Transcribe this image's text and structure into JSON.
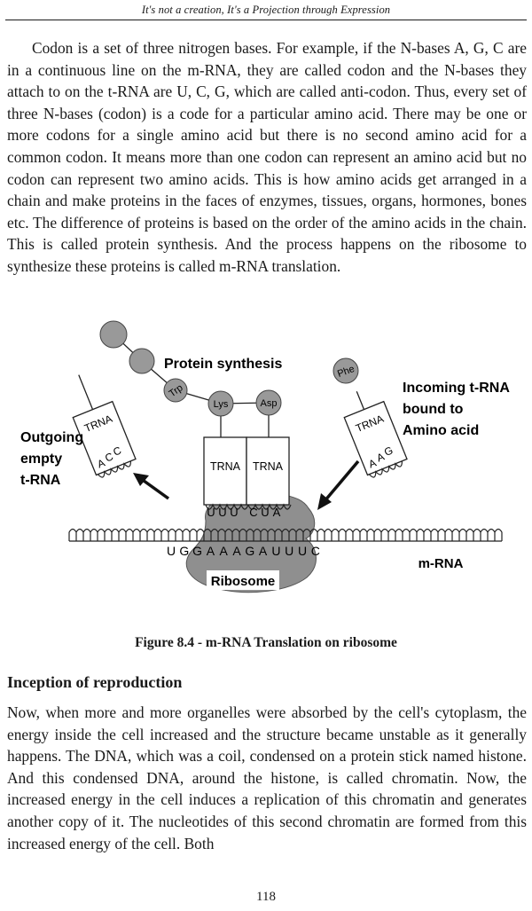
{
  "header": {
    "running_title": "It's not a creation, It's a Projection through Expression"
  },
  "paragraph_1": "Codon is a set of three nitrogen bases. For example, if the N-bases A, G, C are in a continuous line on the m-RNA, they are called codon and the N-bases they attach to on the t-RNA are U, C, G, which are called anti-codon. Thus, every set of three N-bases (codon) is a code for a particular amino acid. There may be one or more codons for a single amino acid but there is no second amino acid for a common codon. It means more than one codon can represent an amino acid but no codon can represent two amino acids. This is how amino acids get arranged in a chain and make proteins in the faces of enzymes, tissues, organs, hormones, bones etc. The difference of proteins is based on the order of the amino acids in the chain. This is called protein synthesis. And the process happens on the ribosome to synthesize these proteins is called m-RNA translation.",
  "figure": {
    "caption": "Figure 8.4 - m-RNA Translation on ribosome",
    "protein_synthesis_label": "Protein synthesis",
    "outgoing_label_line1": "Outgoing",
    "outgoing_label_line2": "empty",
    "outgoing_label_line3": "t-RNA",
    "incoming_label_line1": "Incoming t-RNA",
    "incoming_label_line2": "bound to",
    "incoming_label_line3": "Amino acid",
    "mrna_label": "m-RNA",
    "ribosome_label": "Ribosome",
    "trna_label": "TRNA",
    "amino_trp": "Trp",
    "amino_lys": "Lys",
    "amino_asp": "Asp",
    "amino_phe": "Phe",
    "anticodon_outgoing": [
      "A",
      "C",
      "C"
    ],
    "anticodon_incoming": [
      "A",
      "A",
      "G"
    ],
    "anticodon_left_site": [
      "U",
      "U",
      "U"
    ],
    "anticodon_right_site": [
      "C",
      "U",
      "A"
    ],
    "mrna_sequence": [
      "U",
      "G",
      "G",
      "A",
      "A",
      "A",
      "G",
      "A",
      "U",
      "U",
      "U",
      "C"
    ]
  },
  "section_heading": "Inception of reproduction",
  "paragraph_2": "Now, when more and more organelles were absorbed by the cell's cytoplasm, the energy inside the cell increased and the structure became unstable as it generally happens. The DNA, which was a coil, condensed on a protein stick named histone. And this condensed DNA, around the histone, is called chromatin. Now, the increased energy in the cell induces a replication of this chromatin and generates another copy of it. The nucleotides of this second chromatin are formed from this increased energy of the cell. Both",
  "page_number": "118"
}
